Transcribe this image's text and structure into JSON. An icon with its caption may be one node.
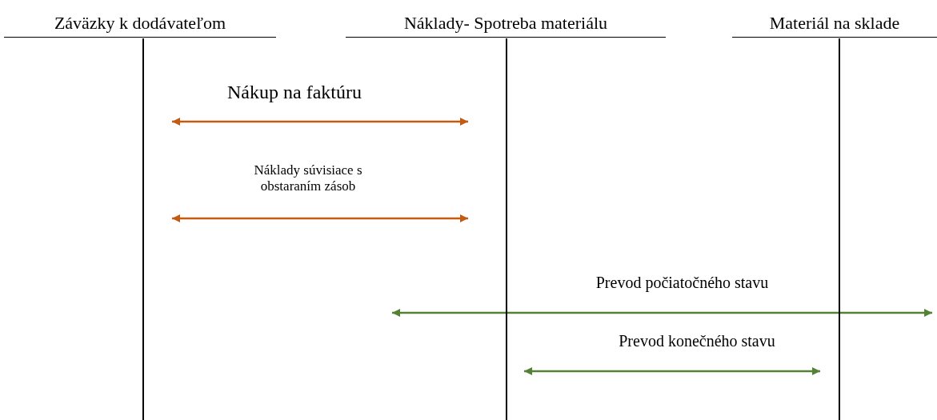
{
  "diagram": {
    "nodes": [
      {
        "text": [
          "Záväzky k dodávateľom"
        ]
      },
      {
        "text": [
          "Náklady- Spotreba materiálu"
        ]
      },
      {
        "text": [
          "Materiál na sklade"
        ]
      }
    ],
    "edges": [
      {
        "from": 0,
        "to": 1,
        "arrow": "both",
        "label": "Nákup na faktúru",
        "color": "#c55a11"
      },
      {
        "from": 0,
        "to": 1,
        "arrow": "both",
        "label": "Náklady súvisiace s obstaraním zásob",
        "color": "#c55a11"
      },
      {
        "from": 1,
        "to": 2,
        "arrow": "both",
        "label": "Prevod počiatočného stavu",
        "color": "#548235"
      },
      {
        "from": 1,
        "to": 2,
        "arrow": "both",
        "label": "Prevod konečného stavu",
        "color": "#548235"
      }
    ]
  }
}
